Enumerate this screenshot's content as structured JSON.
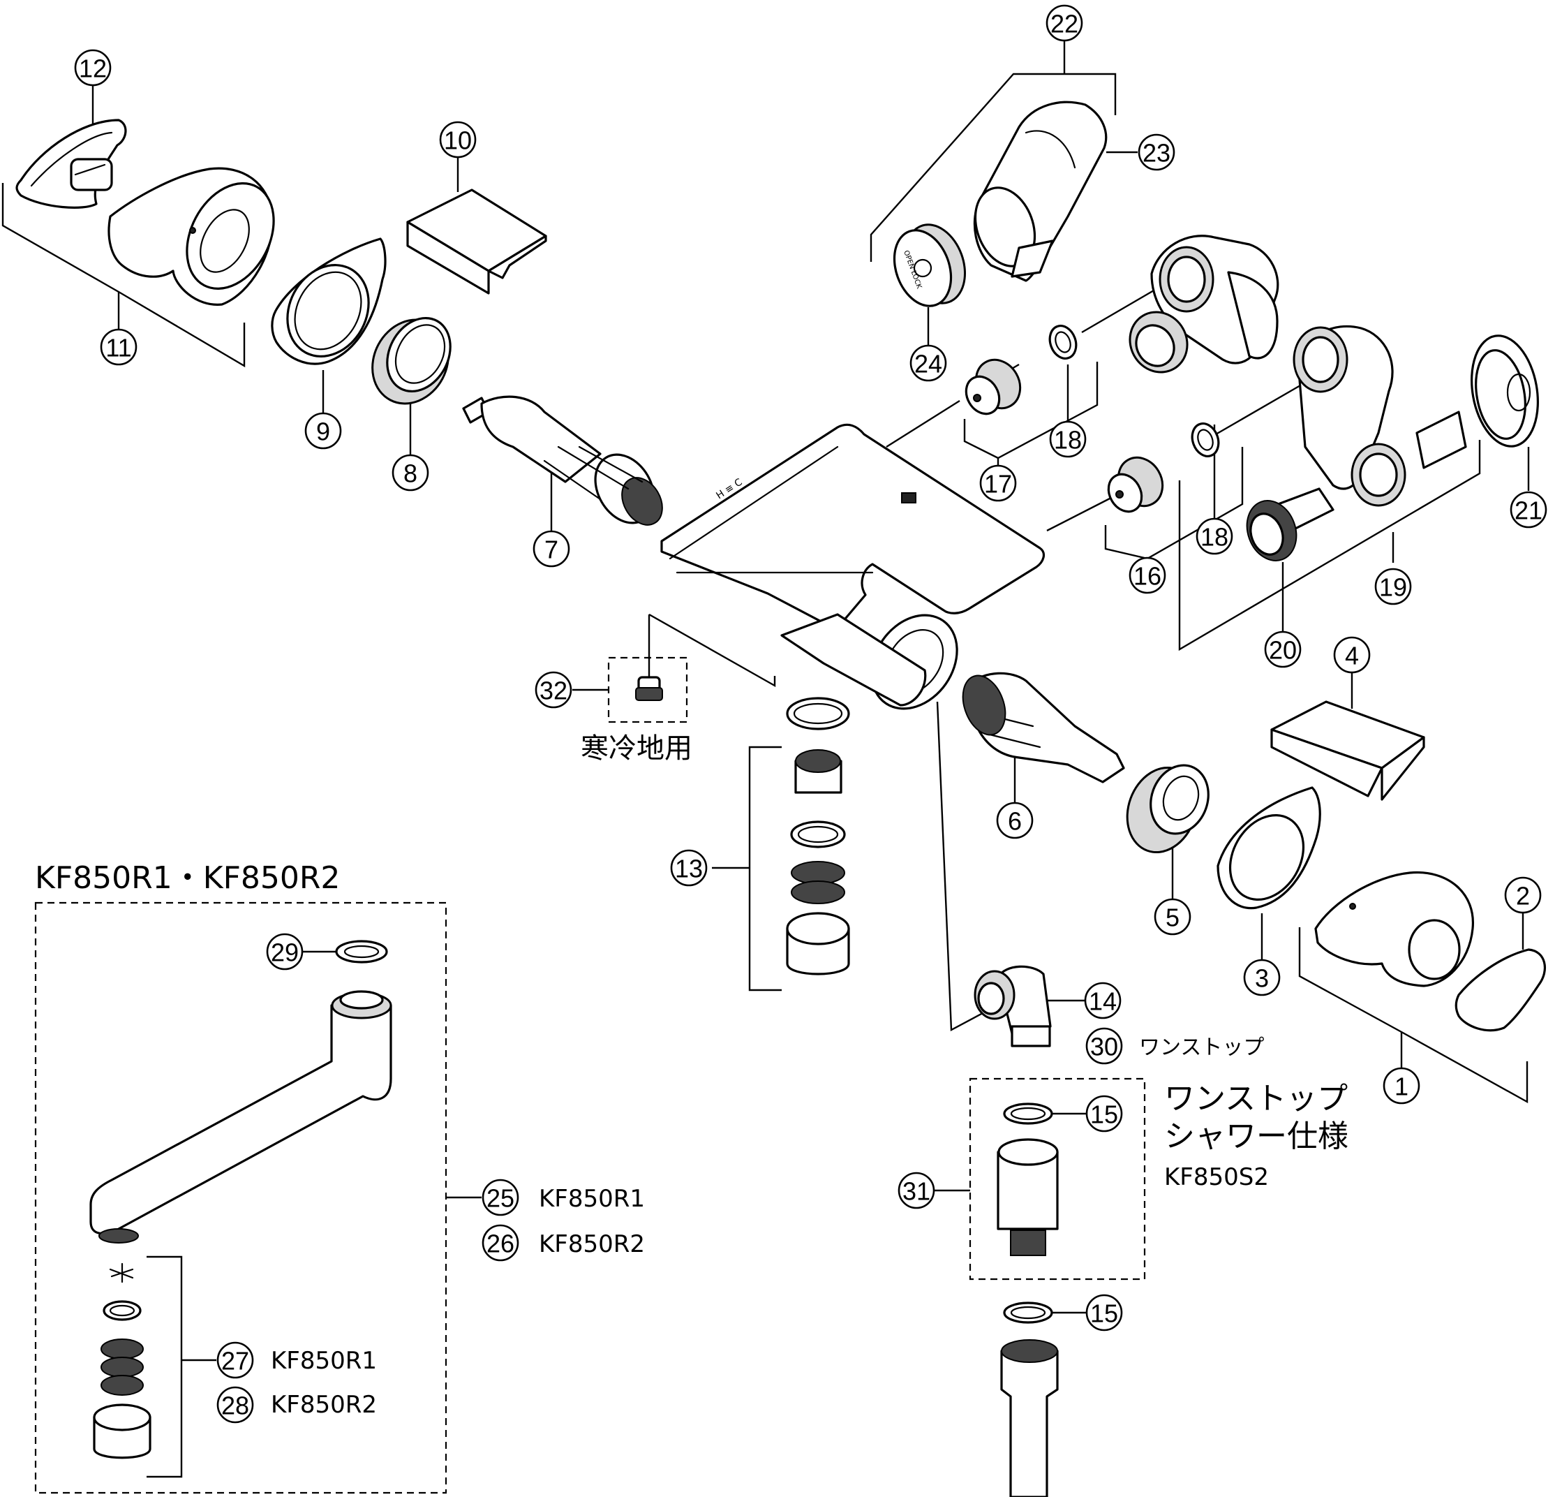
{
  "callouts": [
    {
      "n": "1"
    },
    {
      "n": "2"
    },
    {
      "n": "3"
    },
    {
      "n": "4"
    },
    {
      "n": "5"
    },
    {
      "n": "6"
    },
    {
      "n": "7"
    },
    {
      "n": "8"
    },
    {
      "n": "9"
    },
    {
      "n": "10"
    },
    {
      "n": "11"
    },
    {
      "n": "12"
    },
    {
      "n": "13"
    },
    {
      "n": "14"
    },
    {
      "n": "15"
    },
    {
      "n": "15"
    },
    {
      "n": "16"
    },
    {
      "n": "17"
    },
    {
      "n": "18"
    },
    {
      "n": "18"
    },
    {
      "n": "19"
    },
    {
      "n": "20"
    },
    {
      "n": "21"
    },
    {
      "n": "22"
    },
    {
      "n": "23"
    },
    {
      "n": "24"
    },
    {
      "n": "25"
    },
    {
      "n": "26"
    },
    {
      "n": "27"
    },
    {
      "n": "28"
    },
    {
      "n": "29"
    },
    {
      "n": "30"
    },
    {
      "n": "31"
    },
    {
      "n": "32"
    }
  ],
  "labels": {
    "cold_region": "寒冷地用",
    "variant_title": "KF850R1・KF850R2",
    "label_25": "KF850R1",
    "label_26": "KF850R2",
    "label_27": "KF850R1",
    "label_28": "KF850R2",
    "label_30": "ワンストップ",
    "shower_title_1": "ワンストップ",
    "shower_title_2": "シャワー仕様",
    "shower_model": "KF850S2"
  }
}
